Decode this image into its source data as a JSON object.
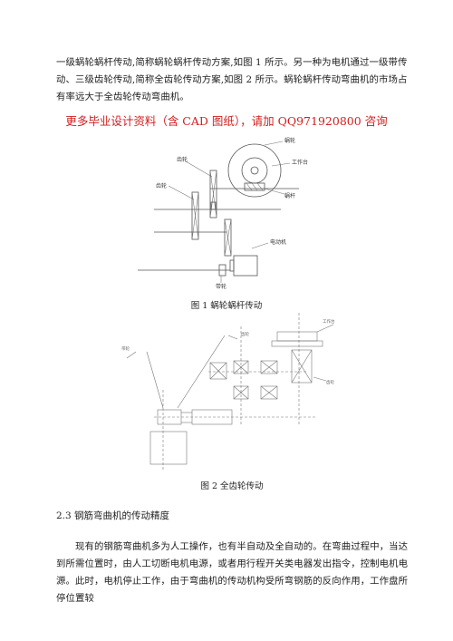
{
  "paragraph1": "一级蜗轮蜗杆传动,简称蜗轮蜗杆传动方案,如图 1 所示。另一种为电机通过一级带传动、三级齿轮传动,简称全齿轮传动方案,如图 2 所示。蜗轮蜗杆传动弯曲机的市场占有率远大于全齿轮传动弯曲机。",
  "promo": "更多毕业设计资料（含 CAD 图纸），请加 QQ971920800 咨询",
  "figure1": {
    "caption": "图 1  蜗轮蜗杆传动",
    "labels": {
      "worm_wheel": "蜗轮",
      "worktable": "工作台",
      "worm": "蜗杆",
      "gear_a": "齿轮",
      "gear_b": "齿轮",
      "motor": "电动机",
      "belt_wheel": "带轮"
    }
  },
  "figure2": {
    "caption": "图 2  全齿轮传动",
    "labels": {
      "worktable": "工作台",
      "gear_top": "齿轮",
      "gear_right": "齿轮",
      "belt": "带轮"
    }
  },
  "section_heading": "2.3 钢筋弯曲机的传动精度",
  "paragraph2": "现有的钢筋弯曲机多为人工操作，也有半自动及全自动的。在弯曲过程中，当达到所需位置时，由人工切断电机电源，或者用行程开关类电器发出指令，控制电机电源。此时，电机停止工作，由于弯曲机的传动机构受所弯钢筋的反向作用，工作盘所停位置较"
}
